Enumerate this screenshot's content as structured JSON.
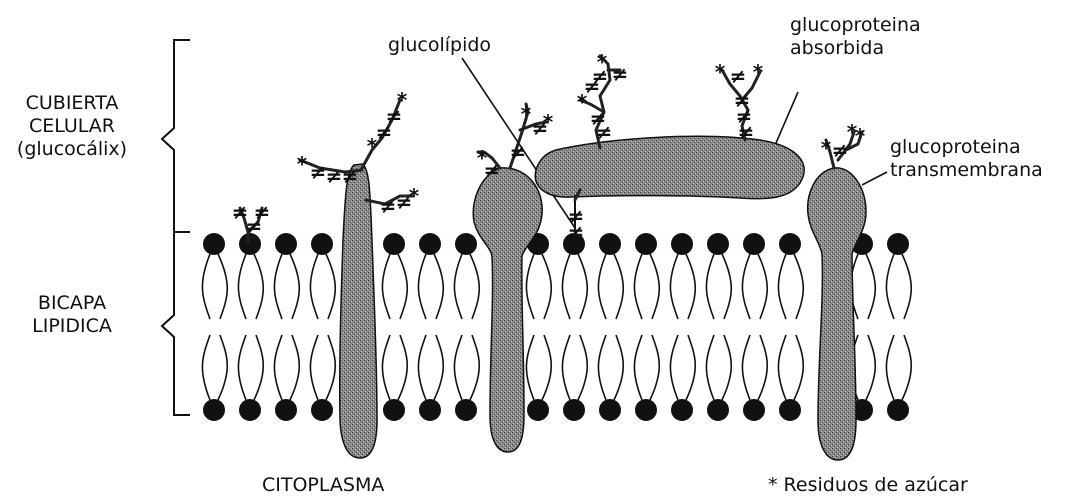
{
  "labels": {
    "glycocalyx": [
      "CUBIERTA",
      "CELULAR",
      "(glucocálix)"
    ],
    "bilayer": [
      "BICAPA",
      "LIPIDICA"
    ],
    "glycolipid": "glucolípido",
    "adsorbed_glycoprotein": [
      "glucoproteina",
      "absorbida"
    ],
    "transmembrane_glycoprotein": [
      "glucoproteina",
      "transmembrana"
    ],
    "cytoplasm": "CITOPLASMA",
    "sugar_legend": "* Residuos de azúcar"
  },
  "colors": {
    "ink": "#111111",
    "protein_fill": "#7a7a7a",
    "head_fill": "#111111",
    "background": "#ffffff"
  }
}
